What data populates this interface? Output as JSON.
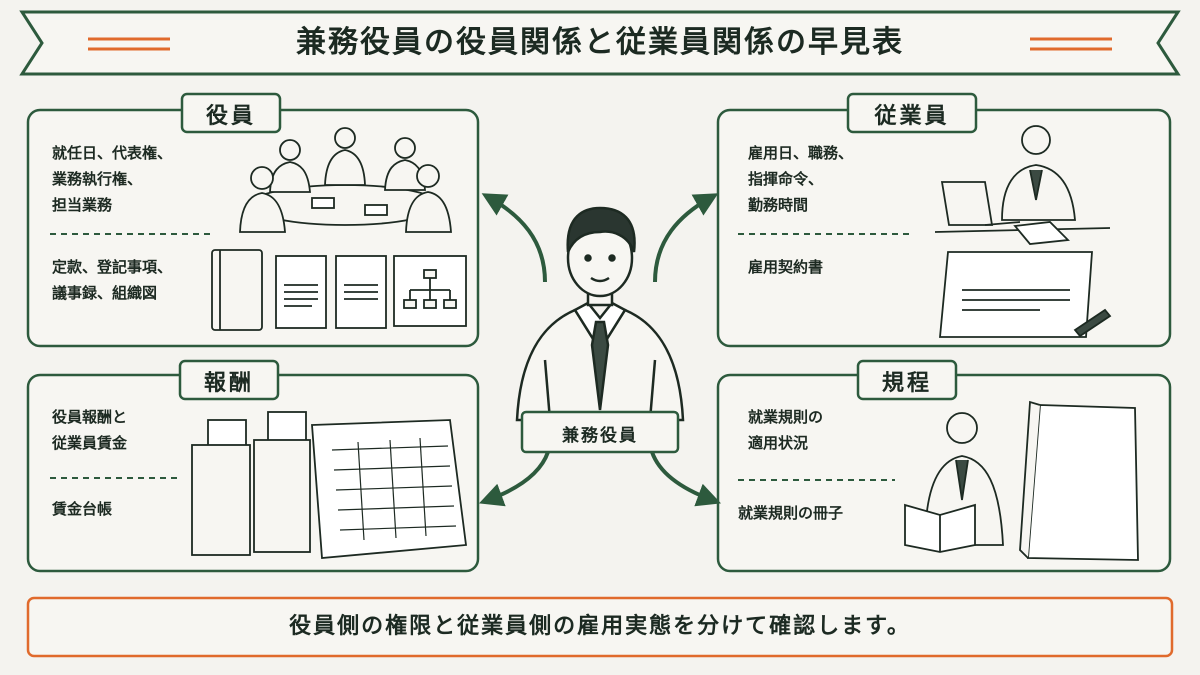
{
  "title": "兼務役員の役員関係と従業員関係の早見表",
  "center": {
    "label": "兼務役員"
  },
  "panels": {
    "officer": {
      "tab": "役員",
      "items_top": [
        "就任日、代表権、",
        "業務執行権、",
        "担当業務"
      ],
      "items_bottom": [
        "定款、登記事項、",
        "議事録、組織図"
      ]
    },
    "employee": {
      "tab": "従業員",
      "items_top": [
        "雇用日、職務、",
        "指揮命令、",
        "勤務時間"
      ],
      "items_bottom": [
        "雇用契約書"
      ]
    },
    "pay": {
      "tab": "報酬",
      "items_top": [
        "役員報酬と",
        "従業員賃金"
      ],
      "items_bottom": [
        "賃金台帳"
      ]
    },
    "rules": {
      "tab": "規程",
      "items_top": [
        "就業規則の",
        "適用状況"
      ],
      "items_bottom": [
        "就業規則の冊子"
      ]
    }
  },
  "footer": "役員側の権限と従業員側の雇用実態を分けて確認します。",
  "colors": {
    "green": "#2d5a3d",
    "orange": "#e06a2c",
    "ink": "#1d2a22",
    "paper": "#f4f3ef"
  }
}
